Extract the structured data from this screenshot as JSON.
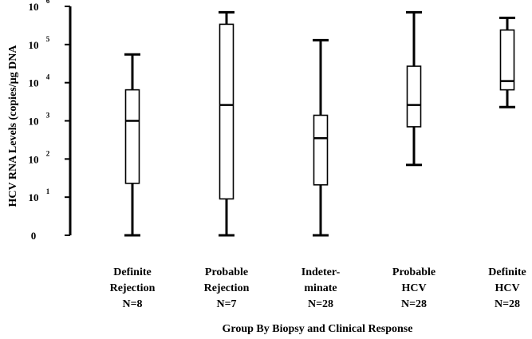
{
  "chart_data": {
    "type": "box",
    "title": "",
    "xlabel": "Group By Biopsy and Clinical Response",
    "ylabel": "HCV RNA Levels (copies/µg DNA",
    "yscale": "log",
    "ylim": [
      1,
      1000000
    ],
    "y_ticks": [
      {
        "value": 1,
        "label": "0",
        "exp": ""
      },
      {
        "value": 10,
        "label": "10",
        "exp": "1"
      },
      {
        "value": 100,
        "label": "10",
        "exp": "2"
      },
      {
        "value": 1000,
        "label": "10",
        "exp": "3"
      },
      {
        "value": 10000,
        "label": "10",
        "exp": "4"
      },
      {
        "value": 100000,
        "label": "10",
        "exp": "5"
      },
      {
        "value": 1000000,
        "label": "10",
        "exp": "6"
      }
    ],
    "categories": [
      {
        "lines": [
          "Definite",
          "Rejection",
          "N=8"
        ]
      },
      {
        "lines": [
          "Probable",
          "Rejection",
          "N=7"
        ]
      },
      {
        "lines": [
          "Indeter-",
          "minate",
          "N=28"
        ]
      },
      {
        "lines": [
          "Probable",
          "HCV",
          "N=28"
        ]
      },
      {
        "lines": [
          "Definite",
          "HCV",
          "N=28"
        ]
      }
    ],
    "boxes": [
      {
        "min": 1,
        "q1": 23,
        "median": 1000,
        "q3": 6500,
        "max": 55000
      },
      {
        "min": 1,
        "q1": 9,
        "median": 2600,
        "q3": 340000,
        "max": 700000
      },
      {
        "min": 1,
        "q1": 21,
        "median": 350,
        "q3": 1400,
        "max": 130000
      },
      {
        "min": 70,
        "q1": 700,
        "median": 2600,
        "q3": 27000,
        "max": 700000
      },
      {
        "min": 2300,
        "q1": 6500,
        "median": 11000,
        "q3": 240000,
        "max": 500000
      }
    ]
  }
}
